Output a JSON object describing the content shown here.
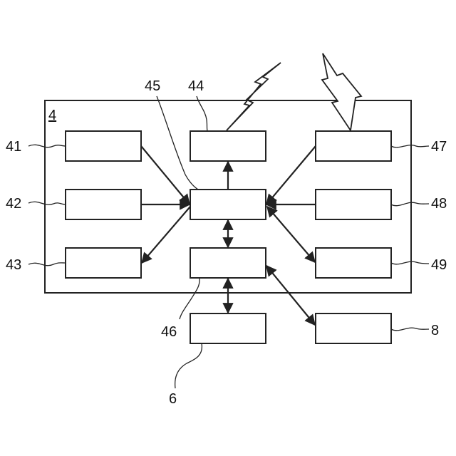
{
  "device": {
    "label": "4"
  },
  "blocks": {
    "b41": {
      "ref": "41"
    },
    "b42": {
      "ref": "42"
    },
    "b43": {
      "ref": "43"
    },
    "b44": {
      "ref": "44"
    },
    "b45": {
      "ref": "45"
    },
    "b46": {
      "ref": "46"
    },
    "b47": {
      "ref": "47"
    },
    "b48": {
      "ref": "48"
    },
    "b49": {
      "ref": "49"
    },
    "b6": {
      "ref": "6"
    },
    "b8": {
      "ref": "8"
    }
  },
  "connections": [
    {
      "from": "41",
      "to": "45",
      "direction": "to"
    },
    {
      "from": "42",
      "to": "45",
      "direction": "to"
    },
    {
      "from": "45",
      "to": "43",
      "direction": "to"
    },
    {
      "from": "45",
      "to": "44",
      "direction": "to"
    },
    {
      "from": "47",
      "to": "45",
      "direction": "to"
    },
    {
      "from": "48",
      "to": "45",
      "direction": "to"
    },
    {
      "from": "45",
      "to": "49",
      "direction": "both"
    },
    {
      "from": "45",
      "to": "46",
      "direction": "both"
    },
    {
      "from": "46",
      "to": "6",
      "direction": "both"
    },
    {
      "from": "46",
      "to": "8",
      "direction": "both"
    }
  ],
  "wireless_icons": [
    "lightning-44",
    "lightning-47"
  ]
}
